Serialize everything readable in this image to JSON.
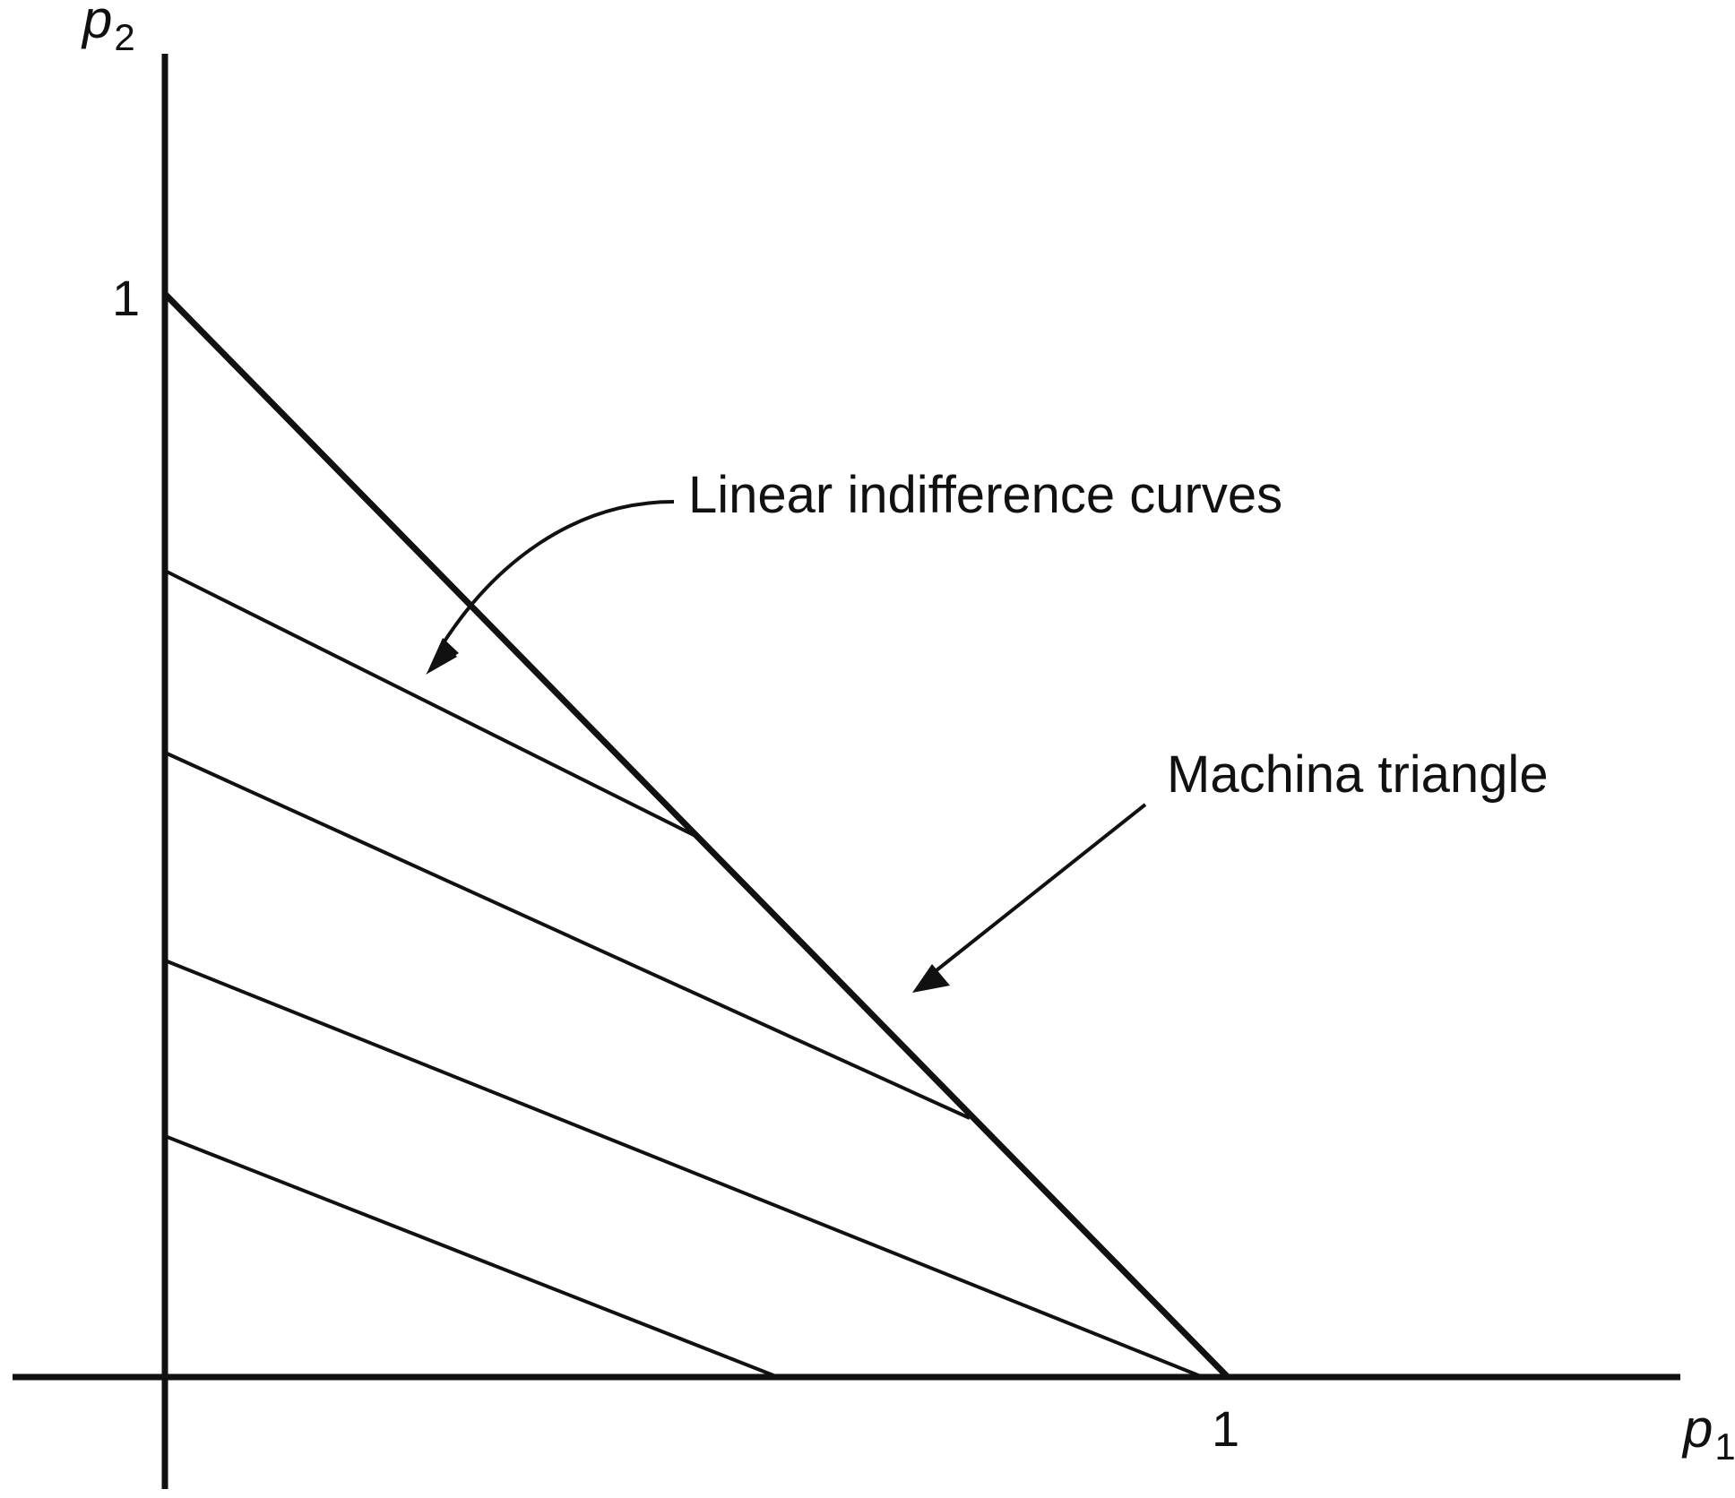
{
  "axes": {
    "x_label": "p",
    "x_label_sub": "1",
    "y_label": "p",
    "y_label_sub": "2",
    "x_tick": "1",
    "y_tick": "1"
  },
  "annotations": {
    "indifference": "Linear indifference curves",
    "triangle": "Machina triangle"
  },
  "colors": {
    "ink": "#111111",
    "background": "#ffffff"
  }
}
